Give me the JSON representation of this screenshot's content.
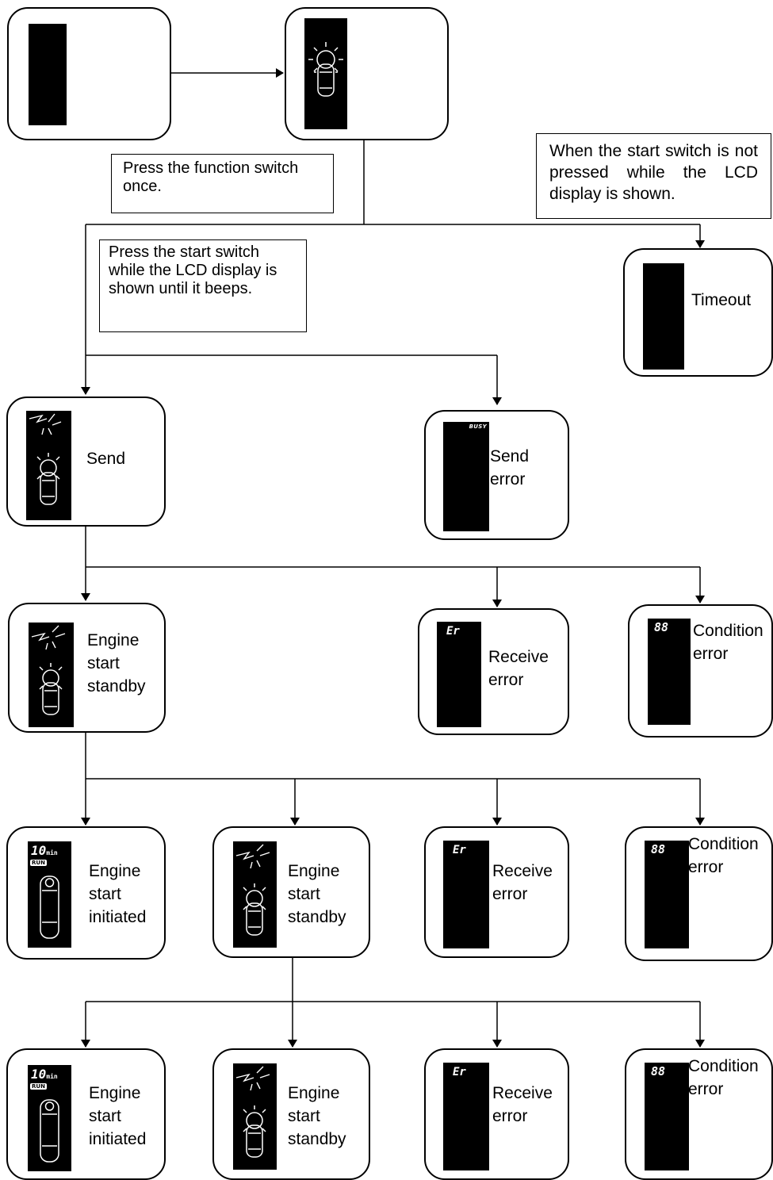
{
  "notes": {
    "press_function": "Press the function switch once.",
    "press_start": "Press the start switch while the LCD display is shown until it beeps.",
    "not_pressed": "When the start switch is not pressed while the LCD display is shown."
  },
  "nodes": {
    "send": "Send",
    "timeout": "Timeout",
    "send_error": "Send error",
    "standby": "Engine start standby",
    "receive_error": "Receive error",
    "condition_error": "Condition error",
    "initiated": "Engine start initiated"
  },
  "lcd": {
    "error_code": "Er",
    "condition_code": "88",
    "busy": "BUSY",
    "timer": "10",
    "timer_unit": "min",
    "run": "RUN"
  },
  "colors": {
    "line": "#000000",
    "lcd_background": "#000000",
    "lcd_foreground": "#ffffff"
  }
}
